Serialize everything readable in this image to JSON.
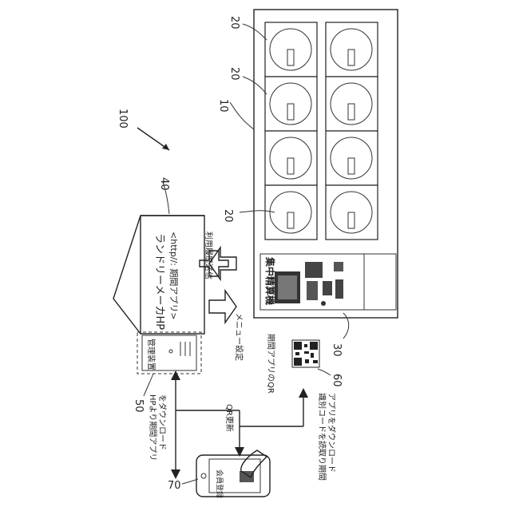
{
  "labels": {
    "system_ref": "100",
    "store_ref": "10",
    "washer_ref": "20",
    "manufacturer_ref": "40",
    "kiosk_ref": "30",
    "management_ref": "50",
    "qr_ref": "60",
    "phone_ref": "70"
  },
  "texts": {
    "laundry_hp": "ランドリーメーカHP",
    "url": "<http//: 期間アプリ>",
    "kiosk_title": "集中精算機",
    "management_device": "管理装置",
    "usage_history": "利用履歴送信",
    "menu_setting": "メニュー設定",
    "period_app_qr": "期間アプリのQR",
    "qr_update": "QR更新",
    "download_from_hp_line1": "HPより期間アプリ",
    "download_from_hp_line2": "をダウンロード",
    "read_code_line1": "識別コードを読取り期間",
    "read_code_line2": "アプリをダウンロード",
    "phone_app_label": "会員登録"
  },
  "colors": {
    "line": "#222222",
    "kiosk_panel": "#e9e9e9",
    "screen_dark": "#333333"
  }
}
